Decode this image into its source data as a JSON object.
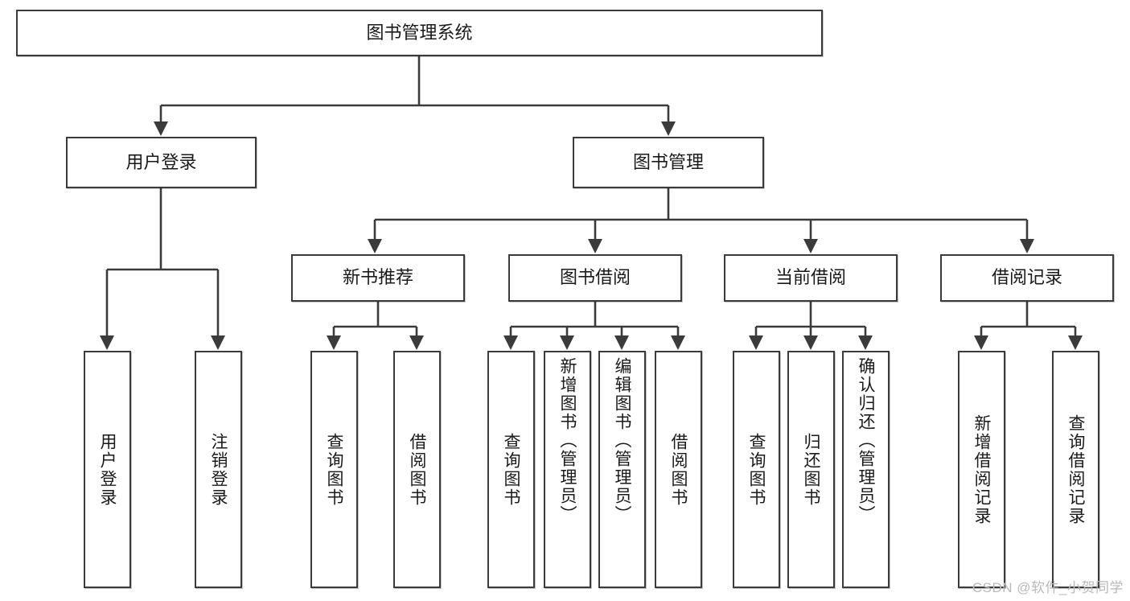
{
  "diagram": {
    "title": "图书管理系统",
    "type": "hierarchy-tree",
    "background": "#ffffff",
    "line_color": "#3b3b3b",
    "box_fill": "#ffffff",
    "text_color": "#1a1a1a"
  },
  "root": {
    "label": "图书管理系统"
  },
  "level2": [
    {
      "label": "用户登录"
    },
    {
      "label": "图书管理"
    }
  ],
  "level3": [
    {
      "label": "新书推荐"
    },
    {
      "label": "图书借阅"
    },
    {
      "label": "当前借阅"
    },
    {
      "label": "借阅记录"
    }
  ],
  "leaves": {
    "user_login": [
      {
        "label": "用户登录"
      },
      {
        "label": "注销登录"
      }
    ],
    "new_book_recommend": [
      {
        "label": "查询图书"
      },
      {
        "label": "借阅图书"
      }
    ],
    "book_borrow": [
      {
        "label": "查询图书"
      },
      {
        "label": "新增图书（管理员）"
      },
      {
        "label": "编辑图书（管理员）"
      },
      {
        "label": "借阅图书"
      }
    ],
    "current_borrow": [
      {
        "label": "查询图书"
      },
      {
        "label": "归还图书"
      },
      {
        "label": "确认归还（管理员）"
      }
    ],
    "borrow_record": [
      {
        "label": "新增借阅记录"
      },
      {
        "label": "查询借阅记录"
      }
    ]
  },
  "watermark": {
    "text": "CSDN @软件_小贺同学"
  }
}
